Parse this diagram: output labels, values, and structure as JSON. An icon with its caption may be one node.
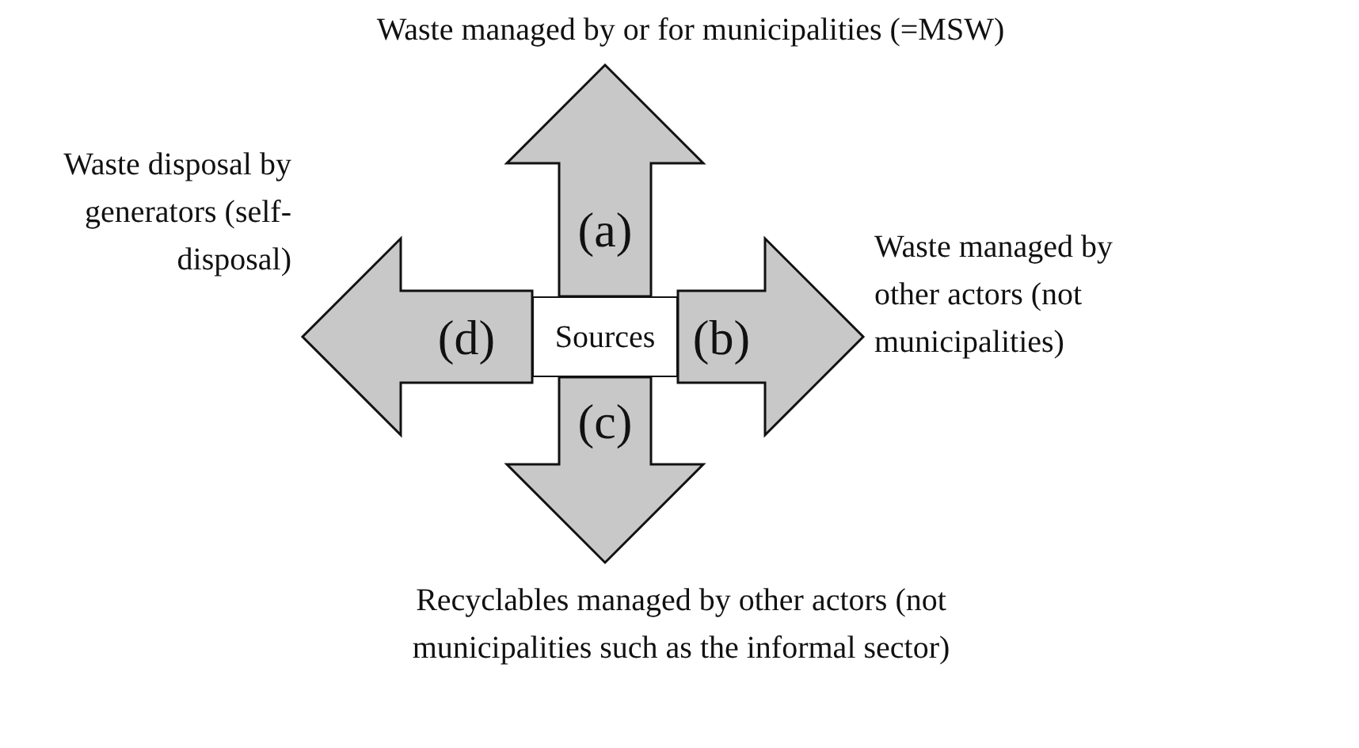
{
  "diagram": {
    "nodes": [
      {
        "text": [
          "Sources"
        ]
      },
      {
        "text": [
          "Waste managed by or for municipalities (=MSW)"
        ]
      },
      {
        "text": [
          "Waste managed by other actors (not municipalities)"
        ]
      },
      {
        "text": [
          "Recyclables managed by other actors (not municipalities such as the informal sector)"
        ]
      },
      {
        "text": [
          "Waste disposal by generators (self-disposal)"
        ]
      }
    ],
    "edges": [
      {
        "from": 0,
        "to": 1,
        "arrow": "to",
        "label": "(a)"
      },
      {
        "from": 0,
        "to": 2,
        "arrow": "to",
        "label": "(b)"
      },
      {
        "from": 0,
        "to": 3,
        "arrow": "to",
        "label": "(c)"
      },
      {
        "from": 0,
        "to": 4,
        "arrow": "to",
        "label": "(d)"
      }
    ]
  }
}
